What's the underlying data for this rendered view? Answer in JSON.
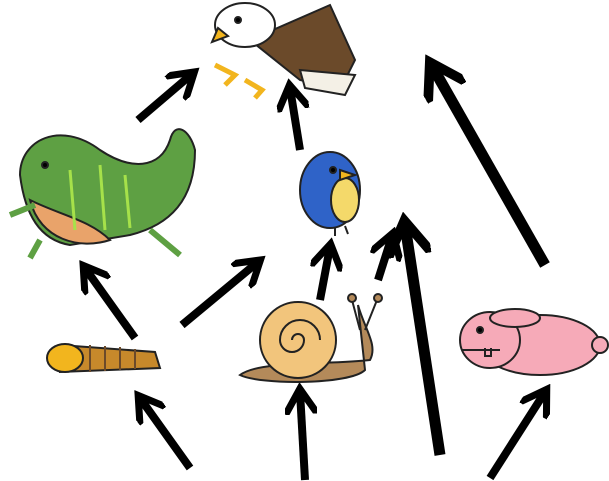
{
  "diagram": {
    "nodes": [
      {
        "id": "eagle",
        "icon": "eagle-icon",
        "color": "#6b4a2a"
      },
      {
        "id": "bird",
        "icon": "bluebird-icon",
        "color": "#2f63c8"
      },
      {
        "id": "iguana",
        "icon": "iguana-icon",
        "color": "#5ea043"
      },
      {
        "id": "caterpillar",
        "icon": "caterpillar-icon",
        "color": "#d99a2b"
      },
      {
        "id": "snail",
        "icon": "snail-icon",
        "color": "#f2c57c"
      },
      {
        "id": "rabbit",
        "icon": "rabbit-icon",
        "color": "#f6aab8"
      }
    ],
    "edges": [
      [
        "ground",
        "caterpillar"
      ],
      [
        "ground",
        "snail"
      ],
      [
        "ground",
        "bird"
      ],
      [
        "ground",
        "rabbit"
      ],
      [
        "caterpillar",
        "iguana"
      ],
      [
        "caterpillar",
        "bird"
      ],
      [
        "snail",
        "bird"
      ],
      [
        "iguana",
        "eagle"
      ],
      [
        "bird",
        "eagle"
      ],
      [
        "rabbit",
        "eagle"
      ],
      [
        "snail",
        "bird"
      ]
    ],
    "arrow_color": "#000000"
  }
}
